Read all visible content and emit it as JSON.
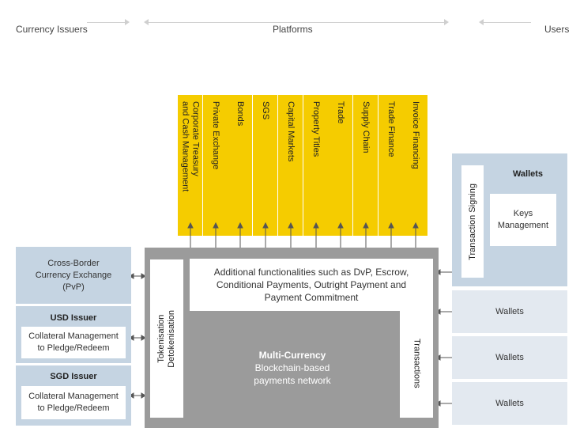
{
  "headers": {
    "issuers": "Currency Issuers",
    "platforms": "Platforms",
    "users": "Users"
  },
  "platforms": [
    "Corporate Treasury\nand Cash Management",
    "Private Exchange",
    "Bonds",
    "SGS",
    "Capital Markets",
    "Property Titles",
    "Trade",
    "Supply Chain",
    "Trade Finance",
    "Invoice Financing"
  ],
  "network": {
    "functionalities": "Additional functionalities such as DvP, Escrow, Conditional Payments, Outright Payment and Payment Commitment",
    "title": "Multi-Currency",
    "subtitle": "Blockchain-based payments network",
    "tokenisation": "Tokenisation\nDetokenisation",
    "transactions": "Transactions"
  },
  "issuers": {
    "cross_border": "Cross-Border Currency Exchange (PvP)",
    "usd_title": "USD Issuer",
    "usd_body": "Collateral Management to Pledge/Redeem",
    "sgd_title": "SGD Issuer",
    "sgd_body": "Collateral Management to Pledge/Redeem"
  },
  "users": {
    "wallets_title": "Wallets",
    "signing": "Transaction Signing",
    "keys": "Keys Management",
    "wallet_rows": [
      "Wallets",
      "Wallets",
      "Wallets"
    ]
  },
  "colors": {
    "platform_yellow": "#f5cc00",
    "network_gray": "#9b9b9b",
    "issuer_blue": "#c5d4e2",
    "wallet_light": "#e3e9f0"
  }
}
